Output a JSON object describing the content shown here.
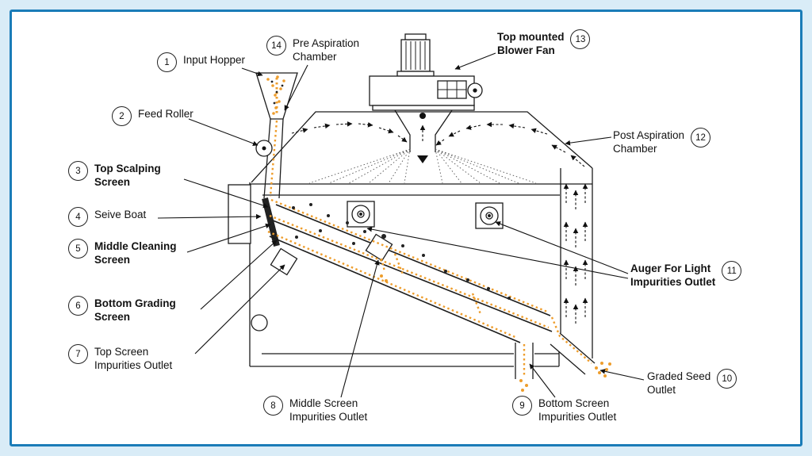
{
  "colors": {
    "canvas": "#d9ecf7",
    "frame": "#1a7cb8",
    "panel": "#ffffff",
    "line": "#1c1c1c",
    "seed": "#ee9d2c",
    "text": "#121212"
  },
  "figure_type": "seed-cleaner-machine-schematic",
  "callouts": [
    {
      "num": "1",
      "line1": "Input Hopper",
      "line2": "",
      "bold": false
    },
    {
      "num": "2",
      "line1": "Feed Roller",
      "line2": "",
      "bold": false
    },
    {
      "num": "3",
      "line1": "Top Scalping",
      "line2": "Screen",
      "bold": true
    },
    {
      "num": "4",
      "line1": "Seive Boat",
      "line2": "",
      "bold": false
    },
    {
      "num": "5",
      "line1": "Middle Cleaning",
      "line2": "Screen",
      "bold": true
    },
    {
      "num": "6",
      "line1": "Bottom Grading",
      "line2": "Screen",
      "bold": true
    },
    {
      "num": "7",
      "line1": "Top Screen",
      "line2": "Impurities Outlet",
      "bold": false
    },
    {
      "num": "8",
      "line1": "Middle Screen",
      "line2": "Impurities Outlet",
      "bold": false
    },
    {
      "num": "9",
      "line1": "Bottom Screen",
      "line2": "Impurities Outlet",
      "bold": false
    },
    {
      "num": "10",
      "line1": "Graded Seed",
      "line2": "Outlet",
      "bold": false
    },
    {
      "num": "11",
      "line1": "Auger For Light",
      "line2": "Impurities Outlet",
      "bold": true
    },
    {
      "num": "12",
      "line1": "Post Aspiration",
      "line2": "Chamber",
      "bold": false
    },
    {
      "num": "13",
      "line1": "Top mounted",
      "line2": "Blower Fan",
      "bold": true
    },
    {
      "num": "14",
      "line1": "Pre Aspiration",
      "line2": "Chamber",
      "bold": false
    }
  ]
}
